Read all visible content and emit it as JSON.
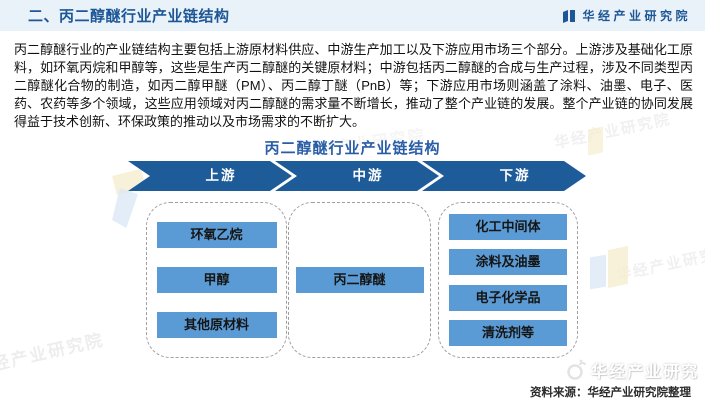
{
  "header": {
    "section_title": "二、丙二醇醚行业产业链结构",
    "brand": "华经产业研究院"
  },
  "intro_paragraph": "丙二醇醚行业的产业链结构主要包括上游原材料供应、中游生产加工以及下游应用市场三个部分。上游涉及基础化工原料，如环氧丙烷和甲醇等，这些是生产丙二醇醚的关键原材料；中游包括丙二醇醚的合成与生产过程，涉及不同类型丙二醇醚化合物的制造，如丙二醇甲醚（PM）、丙二醇丁醚（PnB）等；下游应用市场则涵盖了涂料、油墨、电子、医药、农药等多个领域，这些应用领域对丙二醇醚的需求量不断增长，推动了整个产业链的发展。整个产业链的协同发展得益于技术创新、环保政策的推动以及市场需求的不断扩大。",
  "diagram": {
    "title": "丙二醇醚行业产业链结构",
    "stages": [
      {
        "label": "上游",
        "items": [
          "环氧乙烷",
          "甲醇",
          "其他原材料"
        ]
      },
      {
        "label": "中游",
        "items": [
          "丙二醇醚"
        ]
      },
      {
        "label": "下游",
        "items": [
          "化工中间体",
          "涂料及油墨",
          "电子化学品",
          "清洗剂等"
        ]
      }
    ]
  },
  "source_note": "资料来源：华经产业研究院整理",
  "watermarks": {
    "diagonal_text": "华经产业研究院",
    "footer_text": "华经产业研究"
  },
  "colors": {
    "header_bg": "#e9f1f9",
    "title_blue": "#1d5796",
    "primary_blue": "#1e5b99",
    "item_blue": "#5b9bd5"
  }
}
